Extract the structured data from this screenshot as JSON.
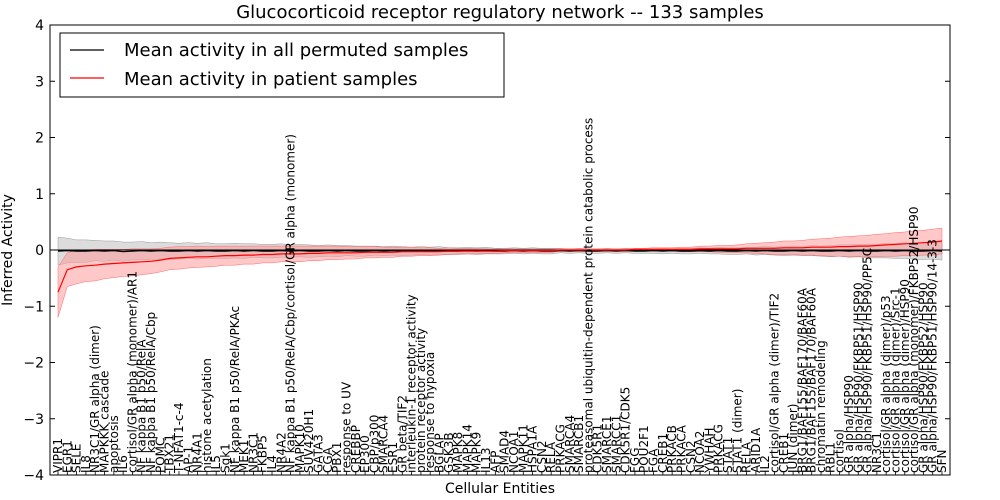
{
  "chart_data": {
    "type": "line",
    "title": "Glucocorticoid receptor regulatory network -- 133 samples",
    "xlabel": "Cellular Entities",
    "ylabel": "Inferred Activity",
    "ylim": [
      -4,
      4
    ],
    "yticks": [
      -4,
      -3,
      -2,
      -1,
      0,
      1,
      2,
      3,
      4
    ],
    "grid": false,
    "legend_position": "top-left",
    "colors": {
      "permuted": "#000000",
      "patient": "#ff0000",
      "permuted_band": "#bfbfbf",
      "patient_band": "#ff9a9a"
    },
    "series": [
      {
        "name": "Mean activity in all permuted samples",
        "key": "permuted"
      },
      {
        "name": "Mean activity in patient samples",
        "key": "patient"
      }
    ],
    "categories": [
      "VIPR1",
      "EGR1",
      "SELE",
      "IL8",
      "NR3C1/GR alpha (dimer)",
      "MAPKKK cascade",
      "apoptosis",
      "IL6",
      "cortisol/GR alpha (monomer)/AR1",
      "NF kappa B1 p50/RelA",
      "NF kappa B1 p50/RelA/Cbp",
      "POMC",
      "TBX21",
      "T-NFAT1-c-4",
      "AP-1",
      "NR4A1",
      "histone acetylation",
      "IL5",
      "Sgk1",
      "NF kappa B1 p50/RelA/PKAc",
      "MEK1",
      "NR3C1",
      "FKBP5",
      "IL4",
      "NR4A2",
      "NF kappa B1 p50/RelA/Cbp/cortisol/GR alpha (monomer)",
      "MAPK10",
      "SUV420H1",
      "GATA3",
      "CGA",
      "PBX1",
      "response to UV",
      "CREBBP",
      "EP300",
      "CBP/p300",
      "SMARCA4",
      "ESR1",
      "GR beta/TIF2",
      "interleukin-1 receptor activity",
      "protein receptor activity",
      "response to hypoxia",
      "BGLAP",
      "GSK3B",
      "MAPK8",
      "MAPK14",
      "MAPK9",
      "IL13",
      "AFP",
      "SMAD4",
      "NCOA1",
      "MAPK11",
      "HSPA1A",
      "CSN2",
      "RELA",
      "PRKACG",
      "SMARCA4",
      "SMARCB1",
      "proteasomal ubiquitin-dependent protein catabolic process",
      "CDK5R1",
      "SMARCE1",
      "SMARCC1",
      "CDK5R1/CDK5",
      "FGG",
      "POU2F1",
      "FGA",
      "CREB1",
      "PRKACB",
      "PRKACA",
      "CSN2",
      "NCOA2",
      "YWHAH",
      "PRKACG",
      "STAT1",
      "STAT1 (dimer)",
      "RELA",
      "ARID1A",
      "IL2",
      "cortisol/GR alpha (dimer)/TIF2",
      "CREB1",
      "JUN (dimer)",
      "BRG1/BAF155/BAF170/BAF60A",
      "BRG1/BAF155/BAF170/BAF60A",
      "chromatin remodeling",
      "RBL1",
      "cortisol",
      "GR alpha/HSP90",
      "GR alpha/HSP90/FKBP51/HSP90",
      "GR alpha/HSP90/FKBP51/HSP90/PP5C",
      "NR3C1",
      "cortisol/GR alpha (dimer)/p53",
      "cortisol/GR alpha (dimer)/Src-1",
      "cortisol/GR alpha (dimer)/HSP90",
      "cortisol/GR alpha (monomer)/FKBP52/HSP90",
      "GR alpha/HSP90/FKBP52/HSP90",
      "GR alpha/HSP90/FKBP51/HSP90/14-3-3",
      "SFN"
    ],
    "permuted_mean": [
      -0.02,
      -0.01,
      -0.02,
      -0.02,
      -0.01,
      -0.02,
      -0.01,
      -0.03,
      -0.02,
      -0.01,
      -0.02,
      -0.01,
      -0.02,
      -0.02,
      -0.01,
      -0.02,
      -0.01,
      -0.02,
      -0.02,
      -0.01,
      -0.02,
      -0.01,
      -0.02,
      -0.02,
      -0.01,
      -0.02,
      -0.01,
      -0.02,
      -0.02,
      -0.01,
      -0.02,
      -0.01,
      -0.02,
      -0.02,
      -0.01,
      -0.02,
      -0.01,
      -0.02,
      -0.02,
      -0.01,
      -0.02,
      -0.01,
      -0.02,
      -0.02,
      -0.01,
      -0.02,
      -0.01,
      -0.02,
      -0.02,
      -0.01,
      -0.02,
      -0.01,
      -0.02,
      -0.02,
      -0.01,
      -0.02,
      -0.01,
      -0.02,
      -0.02,
      -0.01,
      -0.02,
      -0.01,
      -0.02,
      -0.02,
      -0.01,
      -0.02,
      -0.01,
      -0.02,
      -0.02,
      -0.01,
      -0.02,
      -0.01,
      -0.02,
      -0.02,
      -0.01,
      -0.02,
      -0.01,
      -0.02,
      -0.02,
      -0.01,
      -0.02,
      -0.01,
      -0.02,
      -0.02,
      -0.01,
      -0.02,
      -0.01,
      -0.02,
      -0.02,
      -0.01,
      -0.02,
      -0.01,
      -0.02,
      -0.02,
      -0.01,
      -0.02
    ],
    "permuted_band": [
      0.25,
      0.22,
      0.2,
      0.2,
      0.18,
      0.18,
      0.17,
      0.17,
      0.16,
      0.16,
      0.15,
      0.15,
      0.15,
      0.14,
      0.14,
      0.14,
      0.14,
      0.13,
      0.13,
      0.13,
      0.13,
      0.12,
      0.12,
      0.12,
      0.12,
      0.11,
      0.11,
      0.11,
      0.1,
      0.1,
      0.1,
      0.09,
      0.09,
      0.09,
      0.08,
      0.08,
      0.08,
      0.08,
      0.07,
      0.07,
      0.07,
      0.07,
      0.06,
      0.06,
      0.06,
      0.06,
      0.06,
      0.05,
      0.05,
      0.05,
      0.05,
      0.05,
      0.05,
      0.05,
      0.04,
      0.04,
      0.04,
      0.04,
      0.04,
      0.04,
      0.04,
      0.04,
      0.04,
      0.04,
      0.05,
      0.05,
      0.05,
      0.05,
      0.05,
      0.05,
      0.05,
      0.06,
      0.06,
      0.06,
      0.06,
      0.07,
      0.07,
      0.07,
      0.08,
      0.08,
      0.08,
      0.09,
      0.09,
      0.1,
      0.1,
      0.11,
      0.11,
      0.12,
      0.12,
      0.13,
      0.13,
      0.14,
      0.14,
      0.15,
      0.15,
      0.16
    ],
    "patient_mean": [
      -0.75,
      -0.35,
      -0.3,
      -0.28,
      -0.27,
      -0.25,
      -0.24,
      -0.23,
      -0.22,
      -0.21,
      -0.2,
      -0.18,
      -0.15,
      -0.14,
      -0.13,
      -0.12,
      -0.12,
      -0.11,
      -0.1,
      -0.1,
      -0.09,
      -0.09,
      -0.08,
      -0.08,
      -0.07,
      -0.07,
      -0.07,
      -0.06,
      -0.06,
      -0.05,
      -0.05,
      -0.05,
      -0.05,
      -0.04,
      -0.04,
      -0.04,
      -0.04,
      -0.03,
      -0.03,
      -0.03,
      -0.03,
      -0.03,
      -0.02,
      -0.02,
      -0.02,
      -0.02,
      -0.02,
      -0.02,
      -0.01,
      -0.01,
      -0.01,
      -0.01,
      -0.01,
      -0.01,
      0.0,
      0.0,
      0.0,
      0.0,
      0.0,
      0.0,
      0.0,
      0.0,
      0.01,
      0.01,
      0.01,
      0.01,
      0.01,
      0.01,
      0.01,
      0.02,
      0.02,
      0.02,
      0.02,
      0.02,
      0.03,
      0.03,
      0.03,
      0.03,
      0.04,
      0.04,
      0.04,
      0.05,
      0.05,
      0.05,
      0.06,
      0.06,
      0.07,
      0.07,
      0.08,
      0.09,
      0.1,
      0.11,
      0.12,
      0.13,
      0.14,
      0.16
    ],
    "patient_band": [
      0.45,
      0.3,
      0.3,
      0.28,
      0.28,
      0.26,
      0.25,
      0.24,
      0.24,
      0.23,
      0.22,
      0.21,
      0.2,
      0.2,
      0.19,
      0.19,
      0.18,
      0.18,
      0.17,
      0.17,
      0.16,
      0.16,
      0.15,
      0.15,
      0.14,
      0.14,
      0.14,
      0.13,
      0.13,
      0.12,
      0.12,
      0.11,
      0.11,
      0.1,
      0.1,
      0.09,
      0.09,
      0.08,
      0.08,
      0.07,
      0.07,
      0.06,
      0.06,
      0.05,
      0.05,
      0.05,
      0.04,
      0.04,
      0.04,
      0.03,
      0.03,
      0.03,
      0.03,
      0.03,
      0.02,
      0.02,
      0.02,
      0.02,
      0.02,
      0.02,
      0.02,
      0.02,
      0.02,
      0.02,
      0.03,
      0.03,
      0.03,
      0.04,
      0.04,
      0.05,
      0.05,
      0.06,
      0.06,
      0.07,
      0.08,
      0.09,
      0.1,
      0.11,
      0.12,
      0.12,
      0.13,
      0.14,
      0.15,
      0.16,
      0.17,
      0.18,
      0.18,
      0.19,
      0.2,
      0.2,
      0.21,
      0.21,
      0.22,
      0.22,
      0.23,
      0.23
    ]
  }
}
